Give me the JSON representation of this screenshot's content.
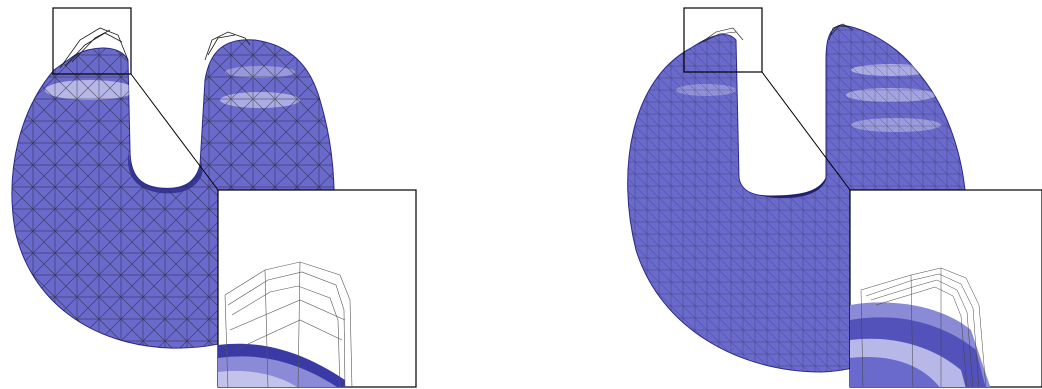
{
  "figure": {
    "panels": [
      {
        "id": "coarse-mesh",
        "shape": "u-shaped-torus-section",
        "surface_color": "#4f4fb8",
        "wire_color": "#111111"
      },
      {
        "id": "fine-mesh",
        "shape": "u-shaped-sphere-section",
        "surface_color": "#4f4fb8",
        "wire_color": "#111111"
      }
    ],
    "colors": {
      "surface_fill": "#5a5ac4",
      "surface_dark": "#2a2a8a",
      "highlight": "#c9c9ee",
      "wire": "#1a1a1a",
      "inset_frame": "#000000",
      "background": "#ffffff"
    }
  }
}
